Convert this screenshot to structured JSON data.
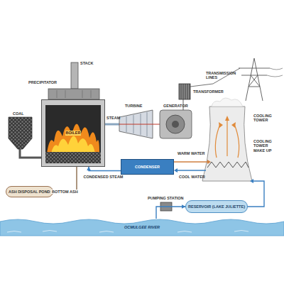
{
  "diagram": {
    "nodes": [
      {
        "text": [
          "BOILER"
        ]
      },
      {
        "text": [
          "CONDENSER"
        ]
      },
      {
        "text": [
          "ASH DISPOSAL POND"
        ]
      },
      {
        "text": [
          "RESERVOIR (LAKE JULIETTE)"
        ]
      },
      {
        "text": [
          "OCMULGEE RIVER"
        ]
      }
    ],
    "edges": [
      {
        "from": 0,
        "to": 2,
        "arrow": "to",
        "label": "BOTTOM ASH"
      },
      {
        "from": 1,
        "to": 0,
        "arrow": "to",
        "label": "CONDENSED STEAM"
      },
      {
        "from": 4,
        "to": 3,
        "arrow": "to"
      }
    ],
    "labels": [
      "STACK",
      "PRECIPITATOR",
      "COAL",
      "STEAM",
      "TURBINE",
      "GENERATOR",
      "TRANSFORMER",
      "TRANSMISSION LINES",
      "COOLING TOWER",
      "WARM WATER",
      "COOL WATER",
      "COOLING TOWER MAKE UP",
      "PUMPING STATION"
    ]
  }
}
